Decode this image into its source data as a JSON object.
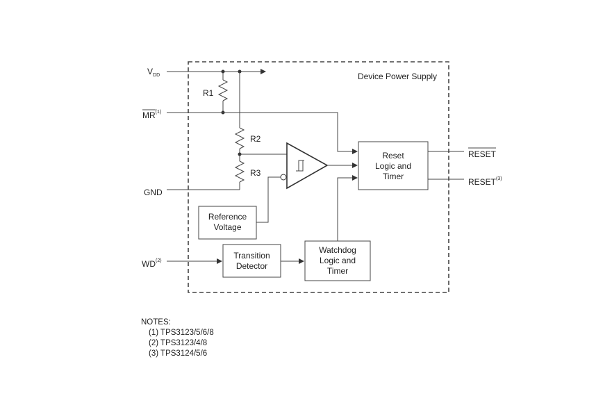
{
  "diagram": {
    "title_label": "Device Power Supply",
    "pins": {
      "vdd": {
        "main": "V",
        "sub": "DD"
      },
      "mr": {
        "main": "MR",
        "sup": "(1)"
      },
      "gnd": {
        "main": "GND"
      },
      "wd": {
        "main": "WD",
        "sup": "(2)"
      },
      "reset_bar": {
        "main": "RESET"
      },
      "reset": {
        "main": "RESET",
        "sup": "(3)"
      }
    },
    "resistors": {
      "r1": "R1",
      "r2": "R2",
      "r3": "R3"
    },
    "blocks": {
      "reset_logic": [
        "Reset",
        "Logic and",
        "Timer"
      ],
      "reference": [
        "Reference",
        "Voltage"
      ],
      "transition": [
        "Transition",
        "Detector"
      ],
      "watchdog": [
        "Watchdog",
        "Logic and",
        "Timer"
      ]
    }
  },
  "notes": {
    "heading": "NOTES:",
    "items": [
      "(1) TPS3123/5/6/8",
      "(2) TPS3123/4/8",
      "(3) TPS3124/5/6"
    ]
  }
}
